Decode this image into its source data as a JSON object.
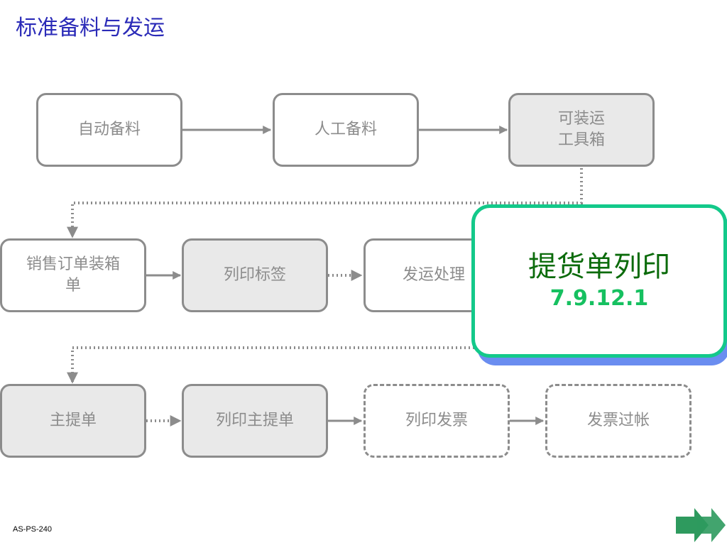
{
  "title": "标准备料与发运",
  "row1": [
    {
      "label": "自动备料"
    },
    {
      "label": "人工备料"
    },
    {
      "label": "可装运\n工具箱"
    }
  ],
  "row2": [
    {
      "label": "销售订单装箱\n单"
    },
    {
      "label": "列印标签"
    },
    {
      "label": "发运处理"
    }
  ],
  "row3": [
    {
      "label": "主提单"
    },
    {
      "label": "列印主提单"
    },
    {
      "label": "列印发票"
    },
    {
      "label": "发票过帐"
    }
  ],
  "callout": {
    "title": "提货单列印",
    "code": "7.9.12.1"
  },
  "footer": {
    "code": "AS-PS-240"
  },
  "colors": {
    "title": "#2b2bb8",
    "box_border": "#8c8c8c",
    "box_fill_gray": "#e9e9e9",
    "callout_border": "#13c98a",
    "callout_shadow": "#6a8df0",
    "callout_title": "#0b6b0b",
    "callout_code": "#16c060",
    "nav_arrow": "#2e9a5e"
  },
  "icons": {
    "next": "double-right-arrow-icon"
  }
}
